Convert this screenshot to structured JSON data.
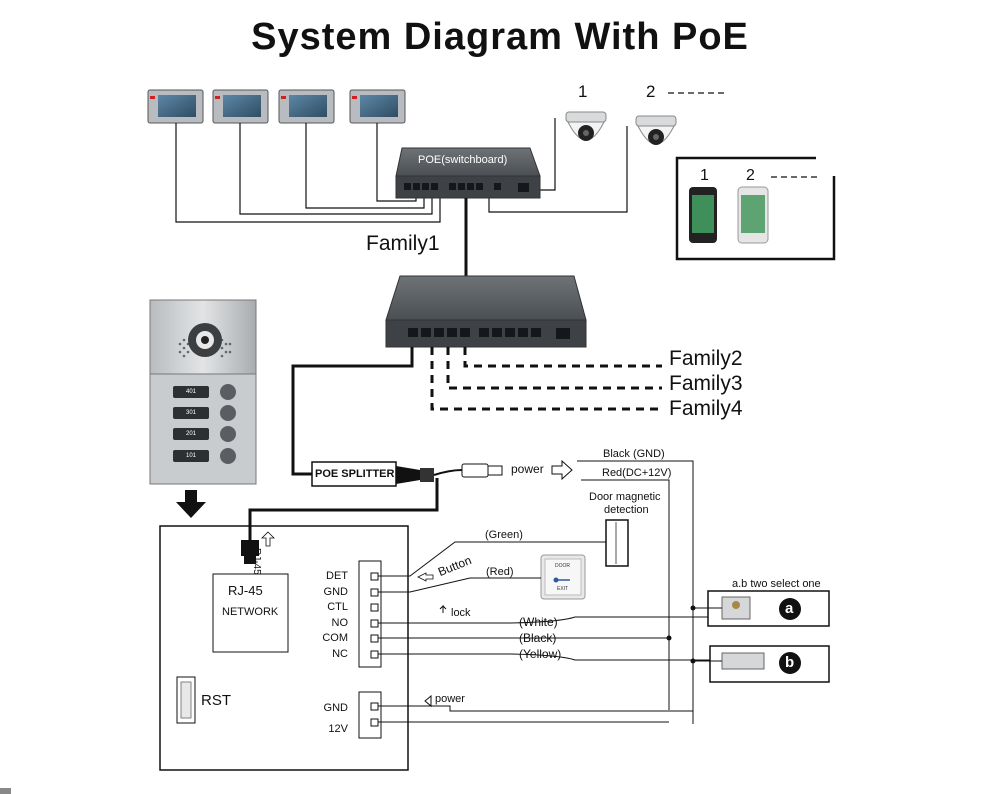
{
  "title": "System Diagram With PoE",
  "switch_top_label": "POE(switchboard)",
  "families": {
    "family1": "Family1",
    "family2": "Family2",
    "family3": "Family3",
    "family4": "Family4"
  },
  "cameras": {
    "num1": "1",
    "num2": "2"
  },
  "phones": {
    "num1": "1",
    "num2": "2"
  },
  "doorstation_buttons": [
    "401",
    "301",
    "201",
    "101"
  ],
  "splitter": {
    "label": "POE SPLITTER",
    "power": "power"
  },
  "power_wires": {
    "black": "Black (GND)",
    "red": "Red(DC+12V)"
  },
  "door_magnetic": {
    "line1": "Door magnetic",
    "line2": "detection"
  },
  "wire_colors": {
    "green": "(Green)",
    "red": "(Red)",
    "white": "(White)",
    "black": "(Black)",
    "yellow": "(Yellow)"
  },
  "exit_button": {
    "line1": "DOOR",
    "line2": "EXIT"
  },
  "annotations": {
    "button": "Button",
    "lock": "lock",
    "power": "power",
    "ab_select": "a.b two select one"
  },
  "locks": {
    "a": "a",
    "b": "b"
  },
  "indoor_unit": {
    "rj45_arrow": "RJ-45",
    "rj45_box_title": "RJ-45",
    "rj45_box_sub": "NETWORK",
    "rst": "RST",
    "pins": [
      "DET",
      "GND",
      "CTL",
      "NO",
      "COM",
      "NC"
    ],
    "power_pins": [
      "GND",
      "12V"
    ]
  },
  "colors": {
    "wire": "#111111",
    "switch_body": "#55595d",
    "monitor_frame": "#9aa0a6",
    "screen": "#4a6f8a"
  }
}
